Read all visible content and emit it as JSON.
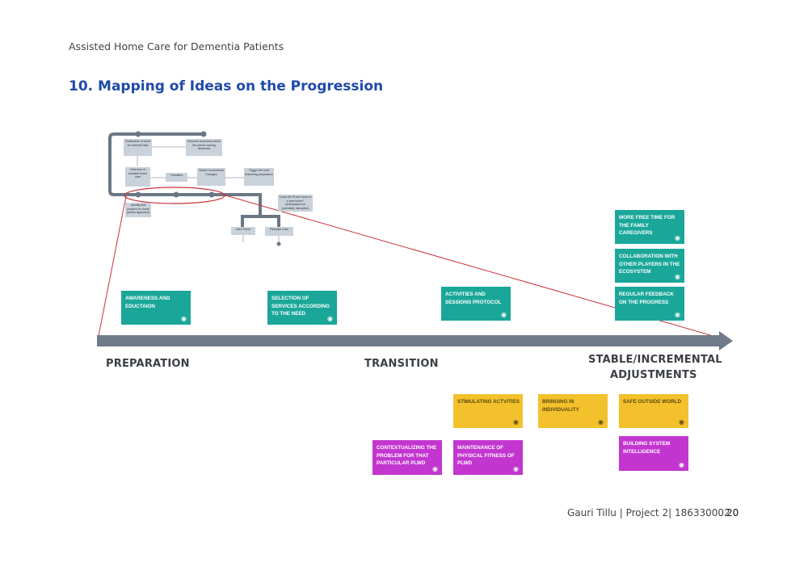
{
  "page": {
    "header": "Assisted Home Care for Dementia Patients",
    "title": "10. Mapping of Ideas on the Progression",
    "footer": "Gauri Tillu | Project 2| 186330002",
    "page_number": "20"
  },
  "diagram": {
    "phases": [
      "PREPARATION",
      "TRANSITION",
      "STABLE/INCREMENTAL",
      "ADJUSTMENTS"
    ],
    "mini_map": {
      "nodes": [
        "Realization of need for external help",
        "Become conscious about the person having dementia",
        "Selection of Assisted home care",
        "Transition",
        "Stable/ Incremental Changes",
        "Trigger the next branching preparation",
        "Identify and prepare for home (and/or approach)",
        "Could the PLwD move to a new home? (anticipated but potentially disruptive)",
        "Care Home",
        "Palliative Care"
      ]
    },
    "cards": [
      {
        "label": "AWARENESS AND EDUCTAION",
        "color": "teal"
      },
      {
        "label": "SELECTION OF SERVICES ACCORDING TO THE NEED",
        "color": "teal"
      },
      {
        "label": "ACTIVITIES AND SESSIONS PROTOCOL",
        "color": "teal"
      },
      {
        "label": "MORE FREE TIME FOR THE FAMILY CAREGIVERS",
        "color": "teal"
      },
      {
        "label": "COLLABORATION WITH OTHER PLAYERS IN THE ECOSYSTEM",
        "color": "teal"
      },
      {
        "label": "REGULAR FEEDBACK ON THE PROGRESS",
        "color": "teal"
      },
      {
        "label": "STIMULATING ACTVITIES",
        "color": "yellow"
      },
      {
        "label": "BRINGING IN INDIVIDUALITY",
        "color": "yellow"
      },
      {
        "label": "SAFE OUTSIDE WORLD",
        "color": "yellow"
      },
      {
        "label": "CONTEXTUALIZING THE PROBLEM FOR THAT PARTICULAR PLWD",
        "color": "purple"
      },
      {
        "label": "MAINTENANCE OF PHYSICAL FITNESS OF PLWD",
        "color": "purple"
      },
      {
        "label": "BUILDING SYSTEM INTELLIGENCE",
        "color": "purple"
      }
    ],
    "colors": {
      "teal": "#1aa79a",
      "yellow": "#f3c12b",
      "purple": "#c236cf",
      "timeline": "#6f7b88",
      "highlight": "#c8323a",
      "title": "#1f4aa8"
    },
    "card_icon": "eye-icon"
  }
}
